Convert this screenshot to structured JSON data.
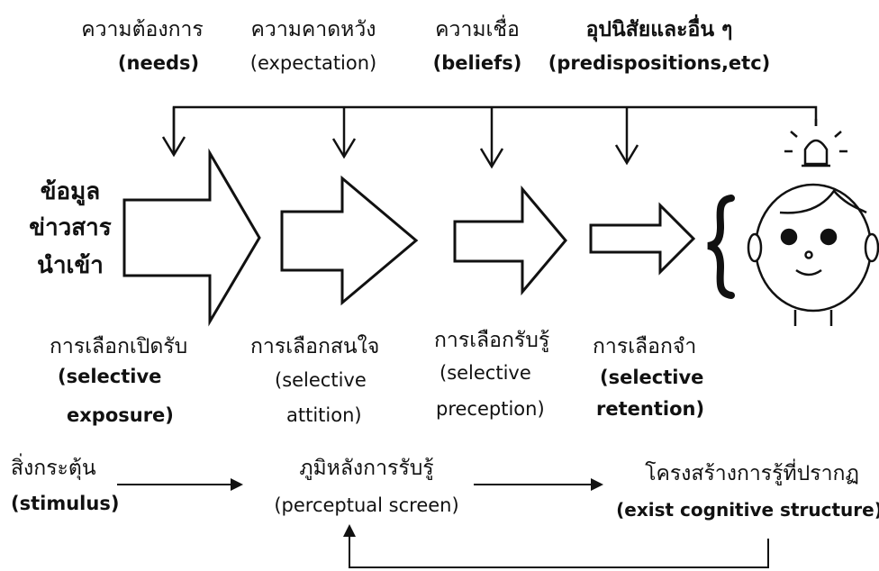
{
  "top_factors": [
    {
      "th": "ความต้องการ",
      "en": "(needs)"
    },
    {
      "th": "ความคาดหวัง",
      "en": "(expectation)"
    },
    {
      "th": "ความเชื่อ",
      "en": "(beliefs)"
    },
    {
      "th": "อุปนิสัยและอื่น ๆ",
      "en": "(predispositions,etc)"
    }
  ],
  "input_label": [
    "ข้อมูล",
    "ข่าวสาร",
    "นำเข้า"
  ],
  "stages": [
    {
      "th": "การเลือกเปิดรับ",
      "en1": "(selective",
      "en2": "exposure)"
    },
    {
      "th": "การเลือกสนใจ",
      "en1": "(selective",
      "en2": "attition)"
    },
    {
      "th": "การเลือกรับรู้",
      "en1": "(selective",
      "en2": "preception)"
    },
    {
      "th": "การเลือกจำ",
      "en1": "(selective",
      "en2": "retention)"
    }
  ],
  "bottom_flow": {
    "stimulus": {
      "th": "สิ่งกระตุ้น",
      "en": "(stimulus)"
    },
    "screen": {
      "th": "ภูมิหลังการรับรู้",
      "en": "(perceptual screen)"
    },
    "structure": {
      "th": "โครงสร้างการรู้ที่ปรากฏ",
      "en": "(exist cognitive structure)"
    }
  }
}
